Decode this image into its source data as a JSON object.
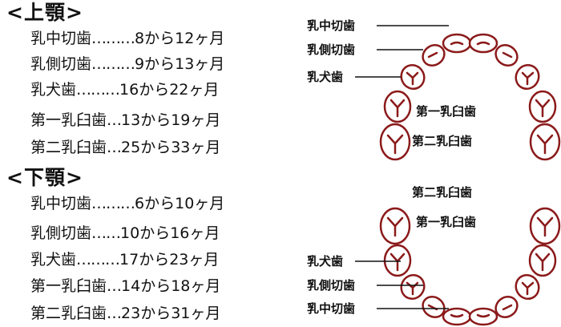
{
  "upper": {
    "title": "<上顎>",
    "rows": [
      {
        "name": "乳中切歯",
        "dots": "………",
        "range": "8から12ヶ月"
      },
      {
        "name": "乳側切歯",
        "dots": "………",
        "range": "9から13ヶ月"
      },
      {
        "name": "乳犬歯",
        "dots": " ……… ",
        "range": "16から22ヶ月"
      },
      {
        "name": "第一乳臼歯",
        "dots": "… ",
        "range": "13から19ヶ月"
      },
      {
        "name": "第二乳臼歯",
        "dots": "… ",
        "range": "25から33ヶ月"
      }
    ]
  },
  "lower": {
    "title": "<下顎>",
    "rows": [
      {
        "name": "乳中切歯",
        "dots": "………",
        "range": "6から10ヶ月"
      },
      {
        "name": "乳側切歯",
        "dots": "…… ",
        "range": "10から16ヶ月"
      },
      {
        "name": "乳犬歯",
        "dots": " ……… ",
        "range": "17から23ヶ月"
      },
      {
        "name": "第一乳臼歯",
        "dots": "… ",
        "range": "14から18ヶ月"
      },
      {
        "name": "第二乳臼歯",
        "dots": "… ",
        "range": "23から31ヶ月"
      }
    ]
  },
  "diagram": {
    "upper_labels": {
      "central": "乳中切歯",
      "lateral": "乳側切歯",
      "canine": "乳犬歯",
      "first_molar": "第一乳臼歯",
      "second_molar": "第二乳臼歯"
    },
    "lower_labels": {
      "second_molar": "第二乳臼歯",
      "first_molar": "第一乳臼歯",
      "canine": "乳犬歯",
      "lateral": "乳側切歯",
      "central": "乳中切歯"
    },
    "colors": {
      "tooth_stroke": "#8b1a1a",
      "text": "#111111"
    }
  }
}
